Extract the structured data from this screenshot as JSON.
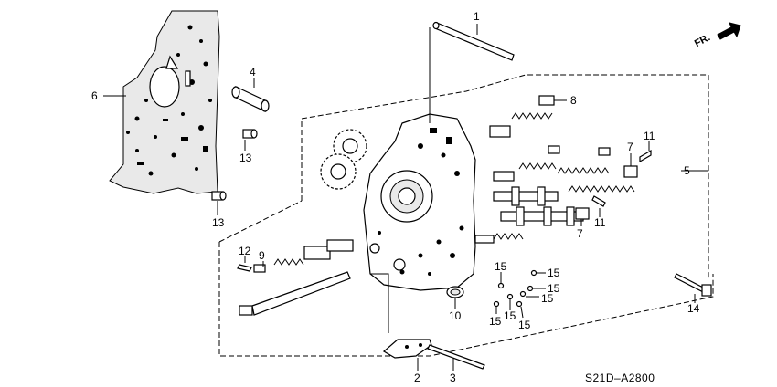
{
  "diagram": {
    "code": "S21D–A2800",
    "direction": "FR.",
    "callouts": {
      "c1": "1",
      "c2": "2",
      "c3": "3",
      "c4": "4",
      "c5": "5",
      "c6": "6",
      "c7a": "7",
      "c7b": "7",
      "c8": "8",
      "c9": "9",
      "c10": "10",
      "c11a": "11",
      "c11b": "11",
      "c12": "12",
      "c13a": "13",
      "c13b": "13",
      "c14": "14",
      "c15a": "15",
      "c15b": "15",
      "c15c": "15",
      "c15d": "15",
      "c15e": "15",
      "c15f": "15",
      "c15g": "15"
    }
  }
}
